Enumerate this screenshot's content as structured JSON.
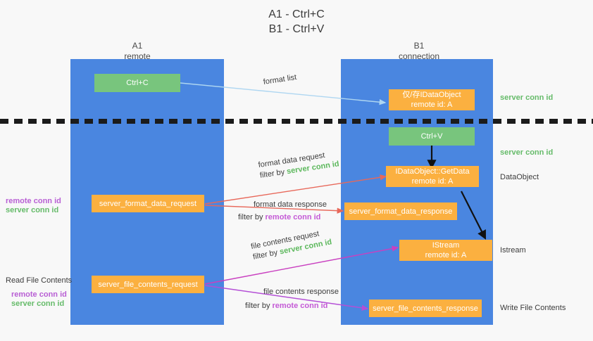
{
  "title": {
    "line1": "A1 - Ctrl+C",
    "line2": "B1 - Ctrl+V"
  },
  "columns": [
    {
      "name": "A1",
      "sub": "remote"
    },
    {
      "name": "B1",
      "sub": "connection"
    }
  ],
  "nodes": [
    {
      "id": "ctrl-c",
      "line1": "Ctrl+C",
      "line2": "",
      "color": "#78c57d"
    },
    {
      "id": "idataobject-remote",
      "line1": "仅/存IDataObject",
      "line2": "remote id: A",
      "color": "#fbb040"
    },
    {
      "id": "ctrl-v",
      "line1": "Ctrl+V",
      "line2": "",
      "color": "#78c57d"
    },
    {
      "id": "idataobject-getdata",
      "line1": "IDataObject::GetData",
      "line2": "remote id: A",
      "color": "#fbb040"
    },
    {
      "id": "server-format-data-request",
      "line1": "server_format_data_request",
      "line2": "",
      "color": "#fbb040"
    },
    {
      "id": "server-format-data-response",
      "line1": "server_format_data_response",
      "line2": "",
      "color": "#fbb040"
    },
    {
      "id": "istream",
      "line1": "IStream",
      "line2": "remote id: A",
      "color": "#fbb040"
    },
    {
      "id": "server-file-contents-request",
      "line1": "server_file_contents_request",
      "line2": "",
      "color": "#fbb040"
    },
    {
      "id": "server-file-contents-response",
      "line1": "server_file_contents_response",
      "line2": "",
      "color": "#fbb040"
    }
  ],
  "right_labels": [
    {
      "id": "server-conn-id-1",
      "text": "server conn id",
      "style": "green"
    },
    {
      "id": "server-conn-id-2",
      "text": "server conn id",
      "style": "green"
    },
    {
      "id": "dataobject",
      "text": "DataObject",
      "style": "dark"
    },
    {
      "id": "istream-label",
      "text": "Istream",
      "style": "dark"
    },
    {
      "id": "write-file",
      "text": "Write File Contents",
      "style": "dark"
    }
  ],
  "left_labels": [
    {
      "id": "remote-conn-id-1",
      "text": "remote conn id",
      "style": "purple"
    },
    {
      "id": "server-conn-id-3",
      "text": "server conn id",
      "style": "green"
    },
    {
      "id": "read-file",
      "text": "Read File Contents",
      "style": "dark"
    },
    {
      "id": "remote-conn-id-2",
      "text": "remote conn id",
      "style": "purple"
    },
    {
      "id": "server-conn-id-4",
      "text": "server conn id",
      "style": "green"
    }
  ],
  "edges": [
    {
      "id": "format-list",
      "main": "format list",
      "filter_prefix": "",
      "filter_key": "",
      "color": "#aed6f1"
    },
    {
      "id": "format-data-request",
      "main": "format data request",
      "filter_prefix": "filter by",
      "filter_key": "server conn id",
      "color": "#e8685a"
    },
    {
      "id": "format-data-response",
      "main": "format data response",
      "filter_prefix": "filter by",
      "filter_key": "remote conn id",
      "color": "#e8685a"
    },
    {
      "id": "file-contents-request",
      "main": "file contents request",
      "filter_prefix": "filter by",
      "filter_key": "server conn id",
      "color": "#c940c0"
    },
    {
      "id": "file-contents-response",
      "main": "file contents response",
      "filter_prefix": "filter by",
      "filter_key": "remote conn id",
      "color": "#b44fd6"
    }
  ],
  "colors": {
    "lane": "#4a86e0",
    "green_node": "#78c57d",
    "orange_node": "#fbb040",
    "green_text": "#66bb6a",
    "purple_text": "#b85fd4",
    "background": "#f8f8f8"
  }
}
